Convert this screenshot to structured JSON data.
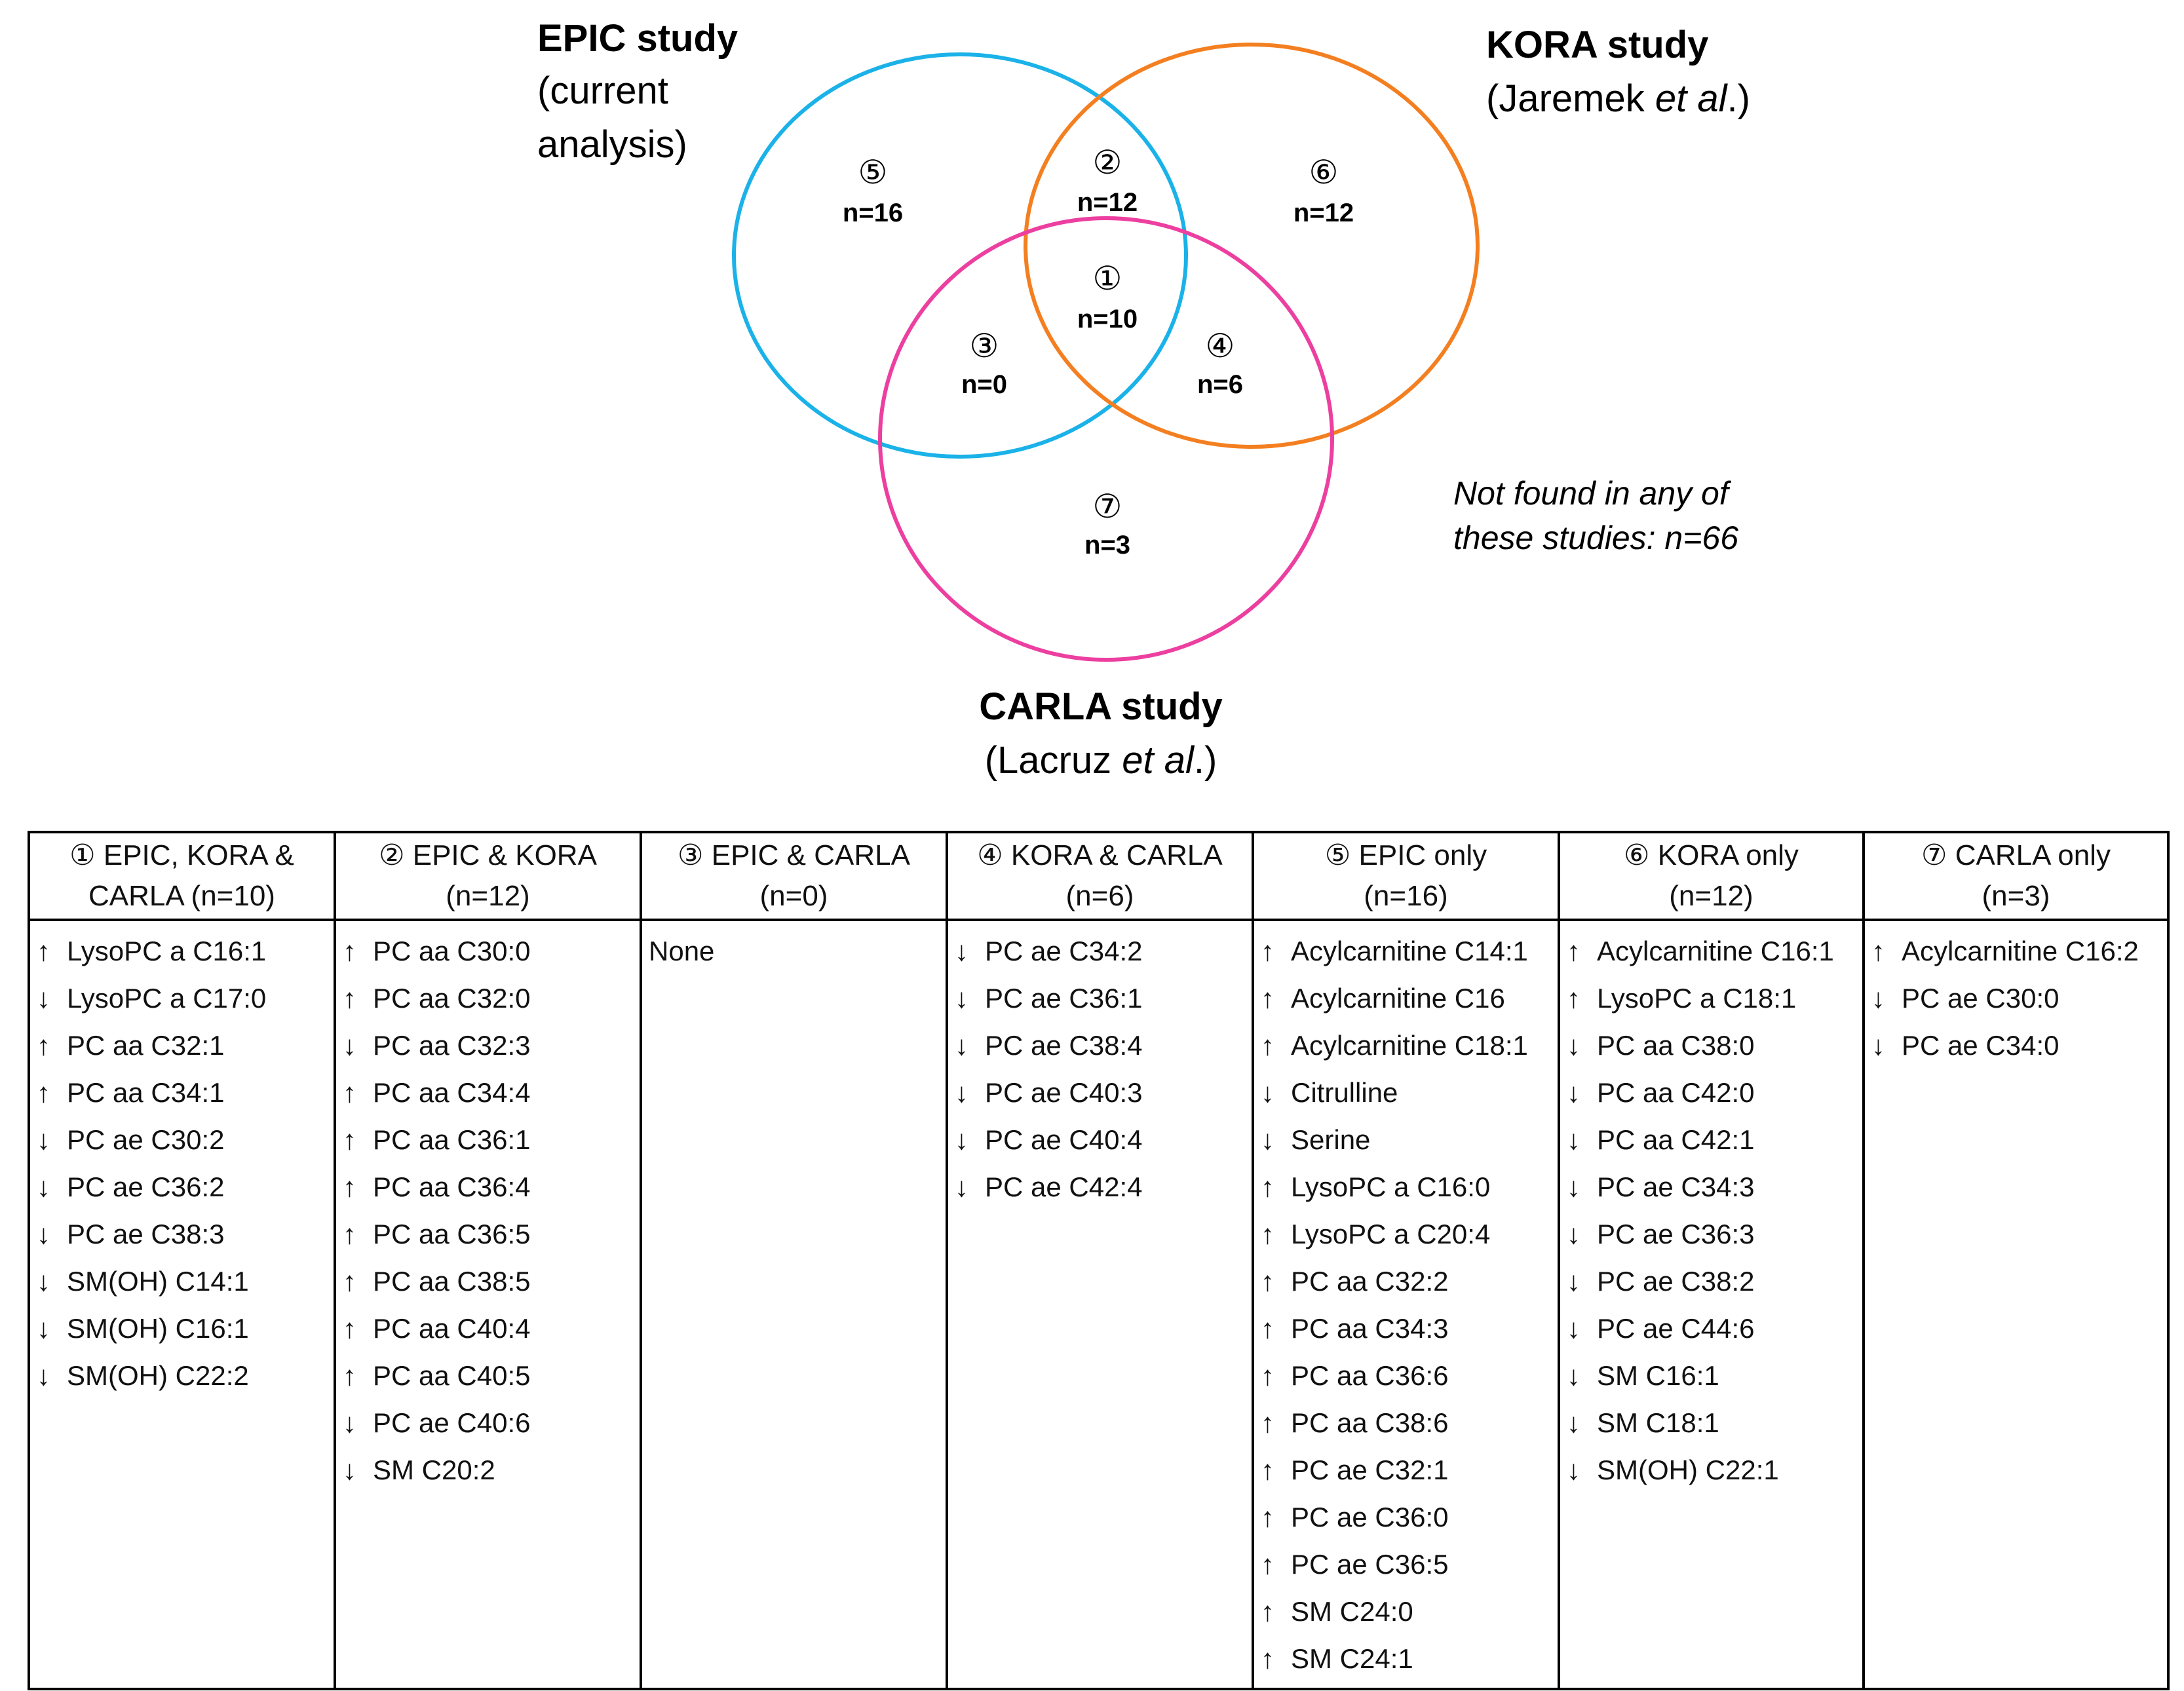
{
  "studies": {
    "epic": {
      "title": "EPIC study",
      "sub1": "(current",
      "sub2": "analysis)",
      "color": "#1ab2e8"
    },
    "kora": {
      "title": "KORA study",
      "sub_pre": "(Jaremek ",
      "sub_em": "et al",
      "sub_post": ".)",
      "color": "#f47f20"
    },
    "carla": {
      "title": "CARLA study",
      "sub_pre": "(Lacruz ",
      "sub_em": "et al",
      "sub_post": ".)",
      "color": "#ec3fa0"
    }
  },
  "regions": [
    {
      "symbol": "①",
      "n": "n=10"
    },
    {
      "symbol": "②",
      "n": "n=12"
    },
    {
      "symbol": "③",
      "n": "n=0"
    },
    {
      "symbol": "④",
      "n": "n=6"
    },
    {
      "symbol": "⑤",
      "n": "n=16"
    },
    {
      "symbol": "⑥",
      "n": "n=12"
    },
    {
      "symbol": "⑦",
      "n": "n=3"
    }
  ],
  "note": {
    "line1": "Not found in any of",
    "line2": "these studies: n=66"
  },
  "table": {
    "columns": [
      {
        "header1": "① EPIC, KORA &",
        "header2": "CARLA (n=10)",
        "items": [
          {
            "dir": "↑",
            "name": "LysoPC a C16:1"
          },
          {
            "dir": "↓",
            "name": "LysoPC a C17:0"
          },
          {
            "dir": "↑",
            "name": "PC aa C32:1"
          },
          {
            "dir": "↑",
            "name": "PC aa C34:1"
          },
          {
            "dir": "↓",
            "name": "PC ae C30:2"
          },
          {
            "dir": "↓",
            "name": "PC ae C36:2"
          },
          {
            "dir": "↓",
            "name": "PC ae C38:3"
          },
          {
            "dir": "↓",
            "name": "SM(OH) C14:1"
          },
          {
            "dir": "↓",
            "name": "SM(OH) C16:1"
          },
          {
            "dir": "↓",
            "name": "SM(OH) C22:2"
          }
        ]
      },
      {
        "header1": "② EPIC & KORA",
        "header2": "(n=12)",
        "items": [
          {
            "dir": "↑",
            "name": "PC aa C30:0"
          },
          {
            "dir": "↑",
            "name": "PC aa C32:0"
          },
          {
            "dir": "↓",
            "name": "PC aa C32:3"
          },
          {
            "dir": "↑",
            "name": "PC aa C34:4"
          },
          {
            "dir": "↑",
            "name": "PC aa C36:1"
          },
          {
            "dir": "↑",
            "name": "PC aa C36:4"
          },
          {
            "dir": "↑",
            "name": "PC aa C36:5"
          },
          {
            "dir": "↑",
            "name": "PC aa C38:5"
          },
          {
            "dir": "↑",
            "name": "PC aa C40:4"
          },
          {
            "dir": "↑",
            "name": "PC aa C40:5"
          },
          {
            "dir": "↓",
            "name": "PC ae C40:6"
          },
          {
            "dir": "↓",
            "name": "SM C20:2"
          }
        ]
      },
      {
        "header1": "③ EPIC & CARLA",
        "header2": "(n=0)",
        "items": [
          {
            "dir": "",
            "name": "None"
          }
        ]
      },
      {
        "header1": "④ KORA & CARLA",
        "header2": "(n=6)",
        "items": [
          {
            "dir": "↓",
            "name": "PC ae C34:2"
          },
          {
            "dir": "↓",
            "name": "PC ae C36:1"
          },
          {
            "dir": "↓",
            "name": "PC ae C38:4"
          },
          {
            "dir": "↓",
            "name": "PC ae C40:3"
          },
          {
            "dir": "↓",
            "name": "PC ae C40:4"
          },
          {
            "dir": "↓",
            "name": "PC ae C42:4"
          }
        ]
      },
      {
        "header1": "⑤ EPIC only",
        "header2": "(n=16)",
        "items": [
          {
            "dir": "↑",
            "name": "Acylcarnitine C14:1"
          },
          {
            "dir": "↑",
            "name": "Acylcarnitine C16"
          },
          {
            "dir": "↑",
            "name": "Acylcarnitine C18:1"
          },
          {
            "dir": "↓",
            "name": "Citrulline"
          },
          {
            "dir": "↓",
            "name": "Serine"
          },
          {
            "dir": "↑",
            "name": "LysoPC a C16:0"
          },
          {
            "dir": "↑",
            "name": "LysoPC a C20:4"
          },
          {
            "dir": "↑",
            "name": "PC aa C32:2"
          },
          {
            "dir": "↑",
            "name": "PC aa C34:3"
          },
          {
            "dir": "↑",
            "name": "PC aa C36:6"
          },
          {
            "dir": "↑",
            "name": "PC aa C38:6"
          },
          {
            "dir": "↑",
            "name": "PC ae C32:1"
          },
          {
            "dir": "↑",
            "name": "PC ae C36:0"
          },
          {
            "dir": "↑",
            "name": "PC ae C36:5"
          },
          {
            "dir": "↑",
            "name": "SM C24:0"
          },
          {
            "dir": "↑",
            "name": "SM C24:1"
          }
        ]
      },
      {
        "header1": "⑥ KORA only",
        "header2": "(n=12)",
        "items": [
          {
            "dir": "↑",
            "name": "Acylcarnitine C16:1"
          },
          {
            "dir": "↑",
            "name": "LysoPC a C18:1"
          },
          {
            "dir": "↓",
            "name": "PC aa C38:0"
          },
          {
            "dir": "↓",
            "name": "PC aa C42:0"
          },
          {
            "dir": "↓",
            "name": "PC aa C42:1"
          },
          {
            "dir": "↓",
            "name": "PC ae C34:3"
          },
          {
            "dir": "↓",
            "name": "PC ae C36:3"
          },
          {
            "dir": "↓",
            "name": "PC ae C38:2"
          },
          {
            "dir": "↓",
            "name": "PC ae C44:6"
          },
          {
            "dir": "↓",
            "name": "SM C16:1"
          },
          {
            "dir": "↓",
            "name": "SM C18:1"
          },
          {
            "dir": "↓",
            "name": "SM(OH) C22:1"
          }
        ]
      },
      {
        "header1": "⑦ CARLA only",
        "header2": "(n=3)",
        "items": [
          {
            "dir": "↑",
            "name": "Acylcarnitine C16:2"
          },
          {
            "dir": "↓",
            "name": "PC ae C30:0"
          },
          {
            "dir": "↓",
            "name": "PC ae C34:0"
          }
        ]
      }
    ]
  }
}
